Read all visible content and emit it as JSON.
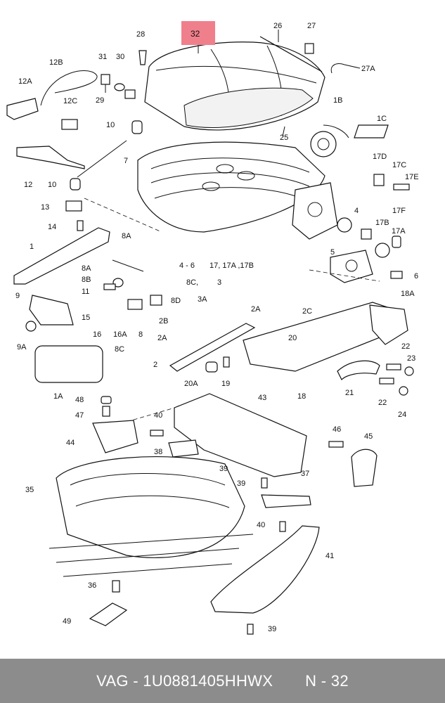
{
  "diagram": {
    "highlight_label": "32",
    "highlight_color": "#f07f8c",
    "labels": [
      "28",
      "26",
      "27",
      "31",
      "30",
      "12B",
      "27A",
      "12A",
      "29",
      "12C",
      "1B",
      "1C",
      "10",
      "25",
      "7",
      "12",
      "17D",
      "17C",
      "17E",
      "10",
      "13",
      "4",
      "17F",
      "14",
      "17B",
      "17A",
      "8A",
      "1",
      "5",
      "6",
      "4 - 6",
      "17, 17A ,17B",
      "8A",
      "8C,",
      "3",
      "8B",
      "3A",
      "11",
      "18A",
      "8D",
      "9",
      "2A",
      "2C",
      "15",
      "2B",
      "16",
      "16A",
      "8",
      "8C",
      "9A",
      "2A",
      "20",
      "22",
      "23",
      "2",
      "1A",
      "20A",
      "19",
      "18",
      "21",
      "22",
      "48",
      "43",
      "24",
      "47",
      "46",
      "45",
      "40",
      "44",
      "38",
      "39",
      "37",
      "35",
      "39",
      "40",
      "41",
      "36",
      "49",
      "39"
    ]
  },
  "footer": {
    "brand": "VAG - 1U0881405HHWX",
    "page": "N - 32"
  }
}
